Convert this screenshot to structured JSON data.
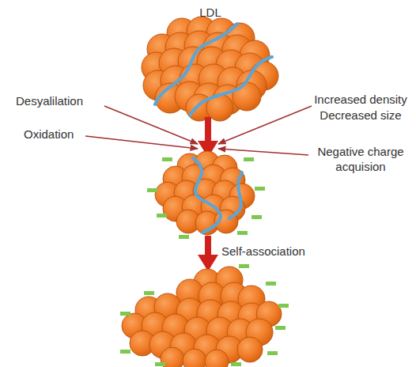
{
  "diagram": {
    "labels": [
      "LDL",
      "Desyalilation",
      "Oxidation",
      "Increased density",
      "Decreased size",
      "Negative charge acquision",
      "Self-association"
    ]
  }
}
